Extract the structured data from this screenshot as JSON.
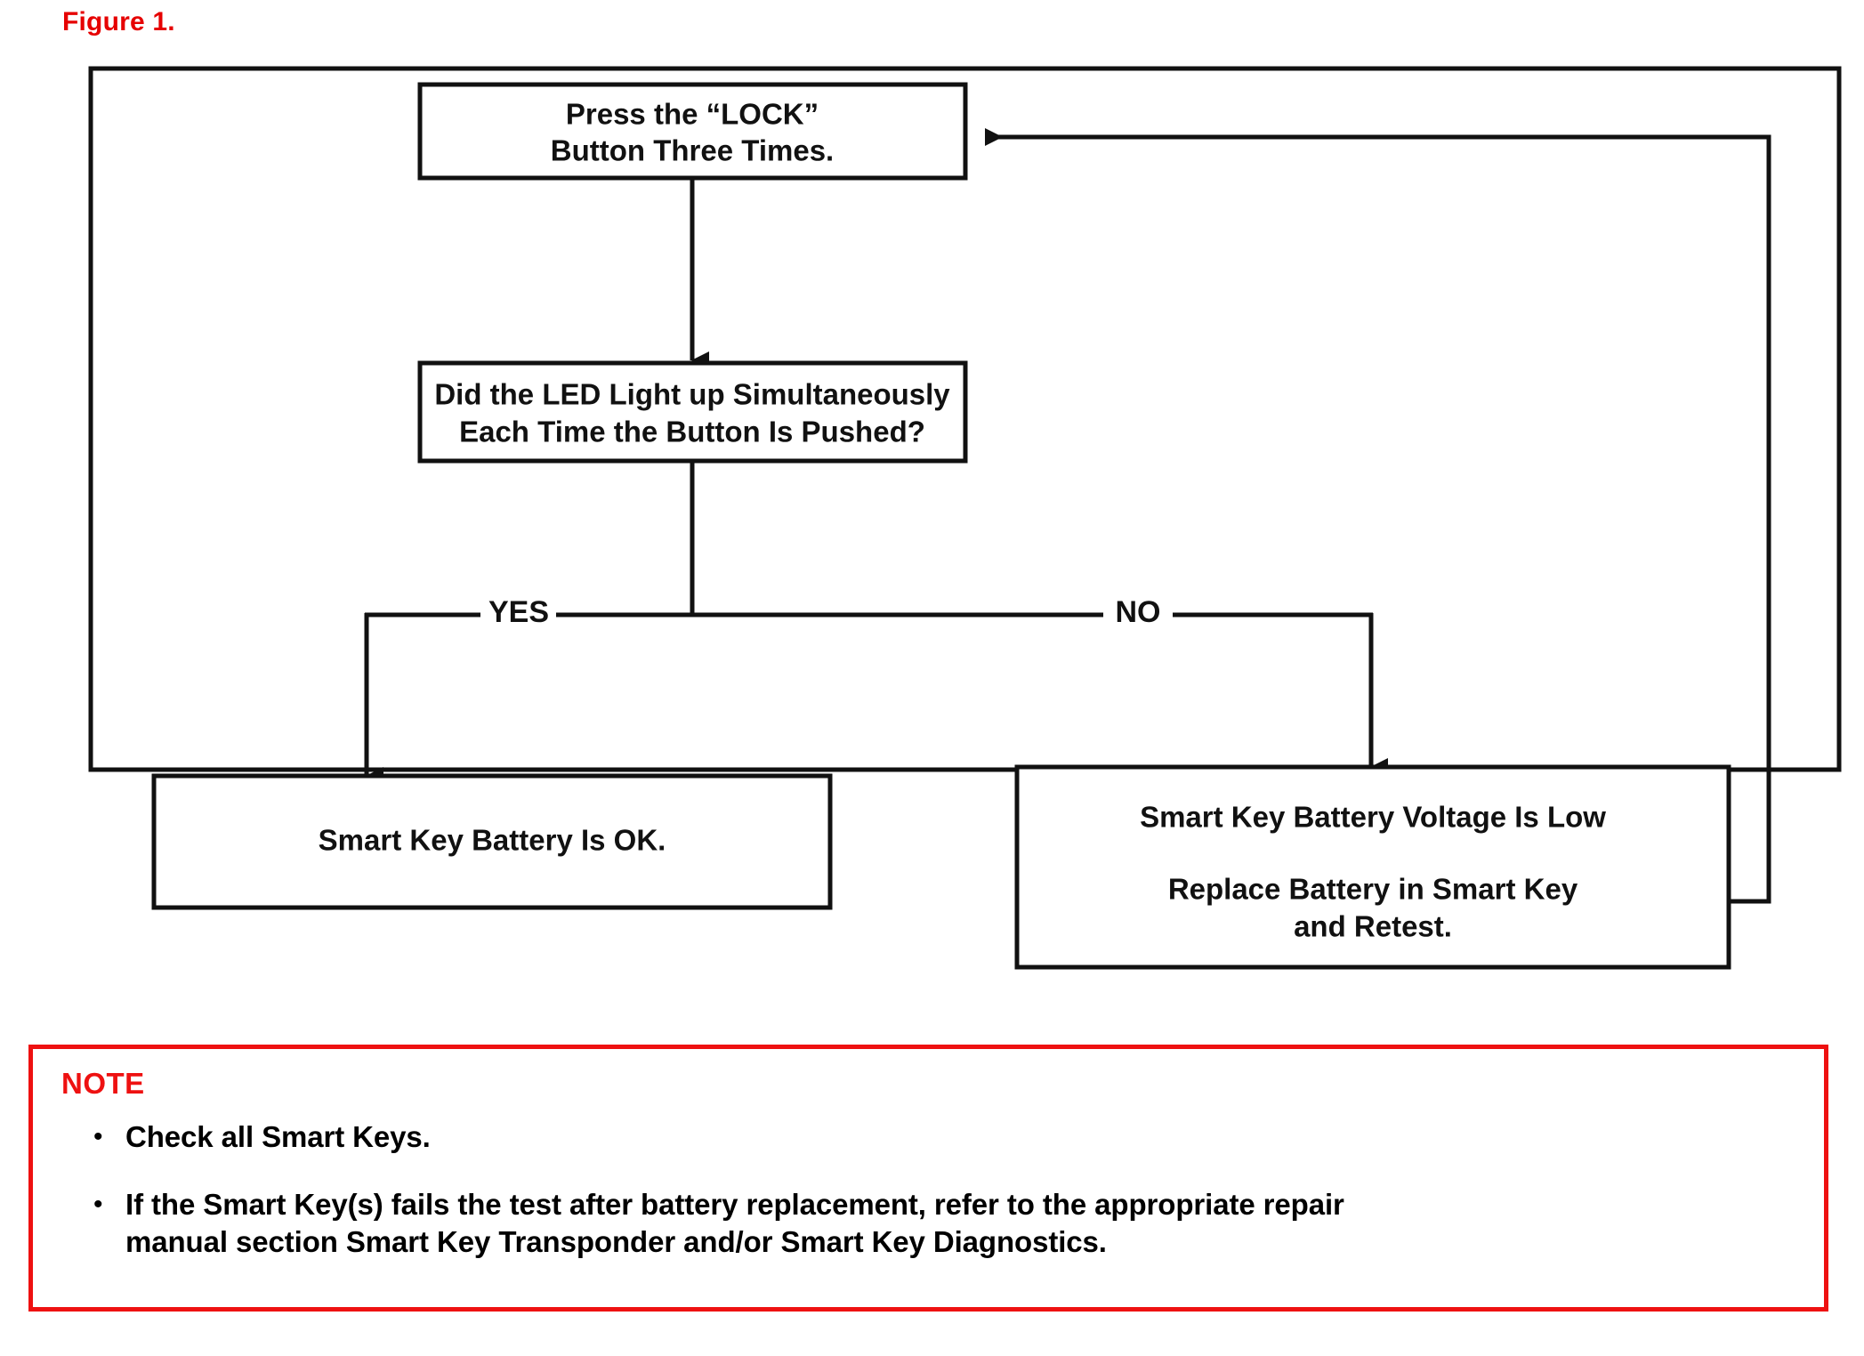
{
  "figure": {
    "title": "Figure 1.",
    "title_color": "#e60000"
  },
  "flowchart": {
    "type": "flowchart",
    "nodes": [
      {
        "id": "press-lock",
        "kind": "process",
        "lines": [
          "Press the “LOCK”",
          "Button Three Times."
        ]
      },
      {
        "id": "led-question",
        "kind": "decision",
        "lines": [
          "Did the LED Light up Simultaneously",
          "Each Time the Button Is Pushed?"
        ]
      },
      {
        "id": "battery-ok",
        "kind": "terminal",
        "lines": [
          "Smart Key Battery Is OK."
        ]
      },
      {
        "id": "battery-low",
        "kind": "terminal",
        "lines": [
          "Smart Key Battery Voltage Is Low",
          "Replace Battery in Smart Key",
          "and Retest."
        ]
      }
    ],
    "branch_labels": {
      "yes": "YES",
      "no": "NO"
    },
    "edges": [
      {
        "from": "press-lock",
        "to": "led-question",
        "label": ""
      },
      {
        "from": "led-question",
        "to": "battery-ok",
        "label": "YES"
      },
      {
        "from": "led-question",
        "to": "battery-low",
        "label": "NO"
      },
      {
        "from": "battery-low",
        "to": "press-lock",
        "label": ""
      }
    ],
    "line_color": "#111111",
    "frame_color": "#111111"
  },
  "note": {
    "title": "NOTE",
    "title_color": "#ee1111",
    "border_color": "#ee1111",
    "bullet_glyph": "•",
    "items": [
      {
        "line1": "Check all Smart Keys.",
        "line2": ""
      },
      {
        "line1": "If the Smart Key(s) fails the test after battery replacement, refer to the appropriate repair",
        "line2": "manual section Smart Key Transponder and/or Smart Key Diagnostics."
      }
    ]
  }
}
